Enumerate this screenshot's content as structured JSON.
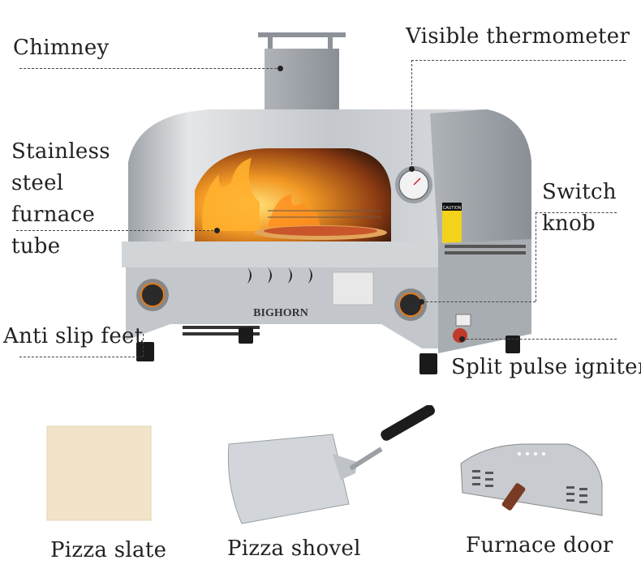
{
  "labels": {
    "chimney": "Chimney",
    "thermometer": "Visible thermometer",
    "furnace_tube_l1": "Stainless",
    "furnace_tube_l2": "steel",
    "furnace_tube_l3": "furnace",
    "furnace_tube_l4": "tube",
    "switch_knob_l1": "Switch",
    "switch_knob_l2": "knob",
    "anti_slip": "Anti slip feet",
    "igniter": "Split pulse igniter"
  },
  "accessories": {
    "slate": "Pizza slate",
    "shovel": "Pizza shovel",
    "door": "Furnace door"
  },
  "brand": "BIGHORN",
  "caution_badge": "CAUTION",
  "colors": {
    "steel": "#c9ccd0",
    "flame": "#f08a1c",
    "slate": "#f1e4c8",
    "handle": "#1c1c1c",
    "wood": "#7a3b25"
  }
}
